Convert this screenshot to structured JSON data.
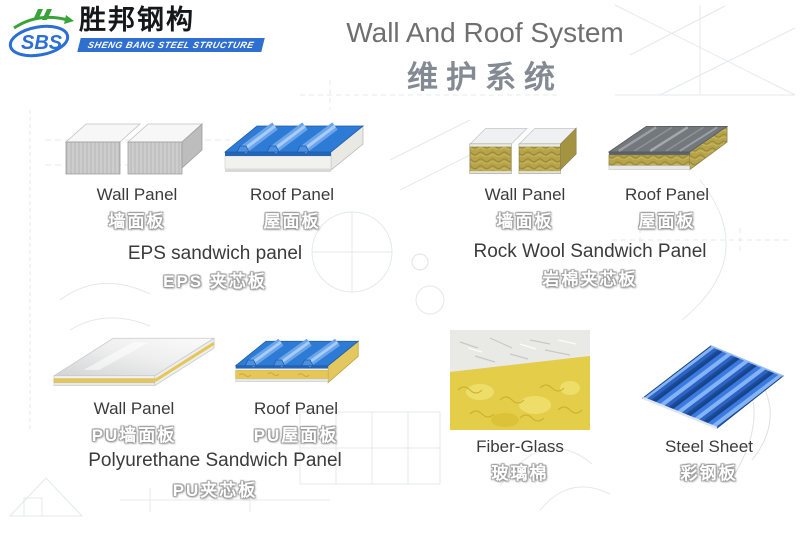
{
  "logo": {
    "mark": "SBS",
    "brand_cn": "胜邦钢构",
    "brand_en": "SHENG BANG STEEL STRUCTURE"
  },
  "header": {
    "title_en": "Wall And Roof System",
    "title_cn": "维护系统"
  },
  "sections": {
    "eps": {
      "title_en": "EPS sandwich panel",
      "title_cn": "EPS 夹芯板",
      "wall": {
        "label_en": "Wall Panel",
        "label_cn": "墙面板"
      },
      "roof": {
        "label_en": "Roof Panel",
        "label_cn": "屋面板"
      }
    },
    "rockwool": {
      "title_en": "Rock Wool Sandwich Panel",
      "title_cn": "岩棉夹芯板",
      "wall": {
        "label_en": "Wall Panel",
        "label_cn": "墙面板"
      },
      "roof": {
        "label_en": "Roof Panel",
        "label_cn": "屋面板"
      }
    },
    "pu": {
      "title_en": "Polyurethane Sandwich Panel",
      "title_cn": "PU夹芯板",
      "wall": {
        "label_en": "Wall Panel",
        "label_cn": "PU墙面板"
      },
      "roof": {
        "label_en": "Roof Panel",
        "label_cn": "PU屋面板"
      }
    },
    "materials": {
      "fiberglass": {
        "label_en": "Fiber-Glass",
        "label_cn": "玻璃棉"
      },
      "steel": {
        "label_en": "Steel Sheet",
        "label_cn": "彩钢板"
      }
    }
  },
  "colors": {
    "panel_blue": "#2e7bd6",
    "wool_yellow": "#b7a449",
    "foam_yellow": "#e6c755",
    "title_gray": "#6f6f6f",
    "brand_blue": "#2f6fd0",
    "logo_green": "#3aa33a"
  }
}
